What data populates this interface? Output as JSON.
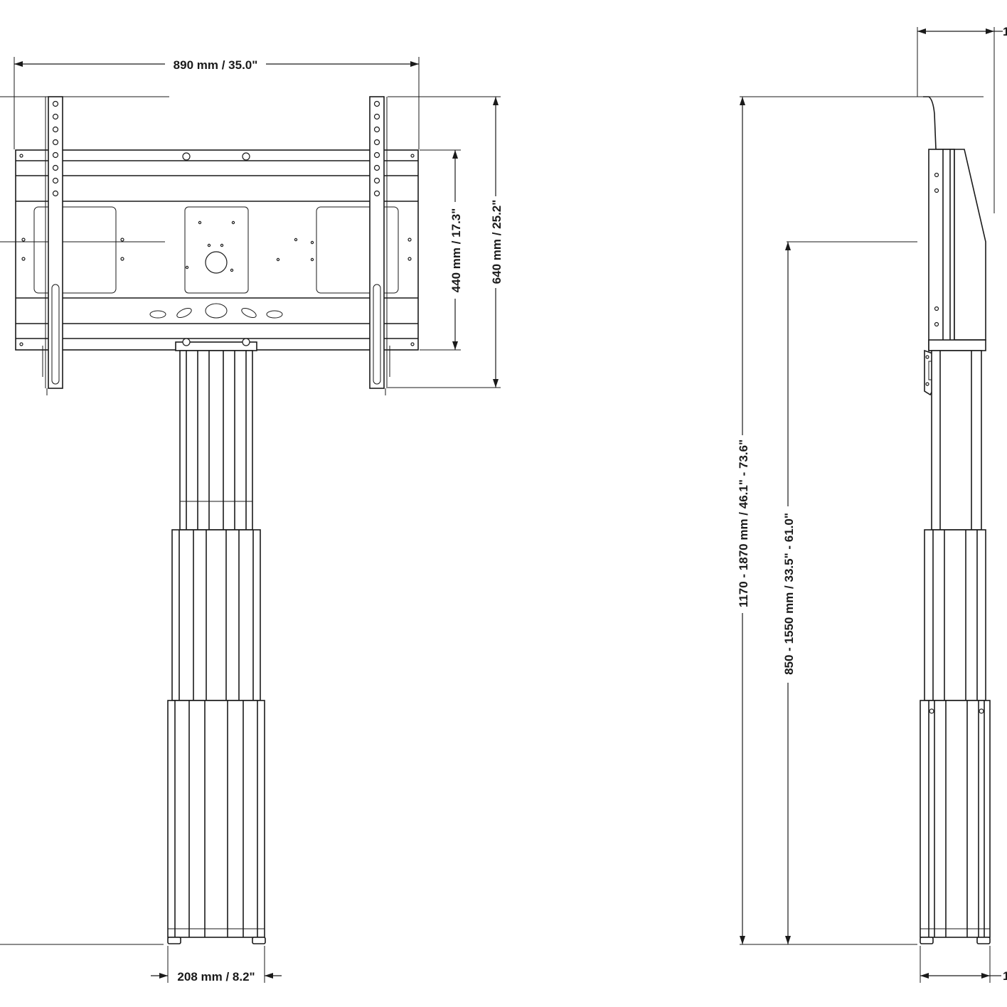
{
  "dimensions": {
    "width_890": "890 mm / 35.0\"",
    "height_440": "440 mm / 17.3\"",
    "height_640": "640 mm / 25.2\"",
    "base_208": "208 mm / 8.2\"",
    "total_height": "1170 - 1870 mm / 46.1\" - 73.6\"",
    "center_height": "850 - 1550 mm / 33.5\" - 61.0\"",
    "side_top_partial": "1",
    "side_bottom_partial": "1"
  }
}
